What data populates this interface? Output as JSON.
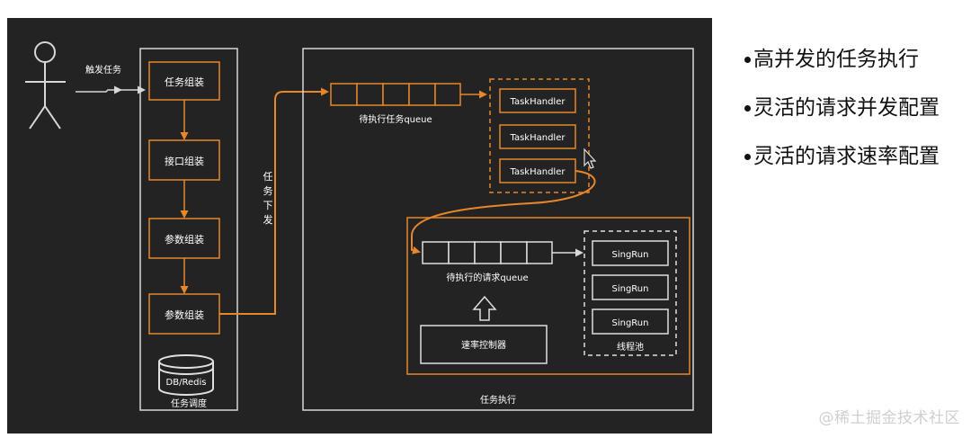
{
  "diagram": {
    "actor_label": "触发任务",
    "scheduler": {
      "steps": [
        "任务组装",
        "接口组装",
        "参数组装",
        "参数组装"
      ],
      "db_label": "DB/Redis",
      "caption": "任务调度"
    },
    "dispatch_label": [
      "任",
      "务",
      "下",
      "发"
    ],
    "executor": {
      "task_queue_label": "待执行任务queue",
      "task_handlers": [
        "TaskHandler",
        "TaskHandler",
        "TaskHandler"
      ],
      "request_queue_label": "待执行的请求queue",
      "rate_controller": "速率控制器",
      "sing_runs": [
        "SingRun",
        "SingRun",
        "SingRun"
      ],
      "thread_pool_label": "线程池",
      "caption": "任务执行"
    }
  },
  "bullets": [
    "高并发的任务执行",
    "灵活的请求并发配置",
    "灵活的请求速率配置"
  ],
  "watermark": "@稀土掘金技术社区",
  "colors": {
    "background": "#222222",
    "line": "#cfcfcf",
    "accent": "#e8862a",
    "text": "#ffffff"
  }
}
